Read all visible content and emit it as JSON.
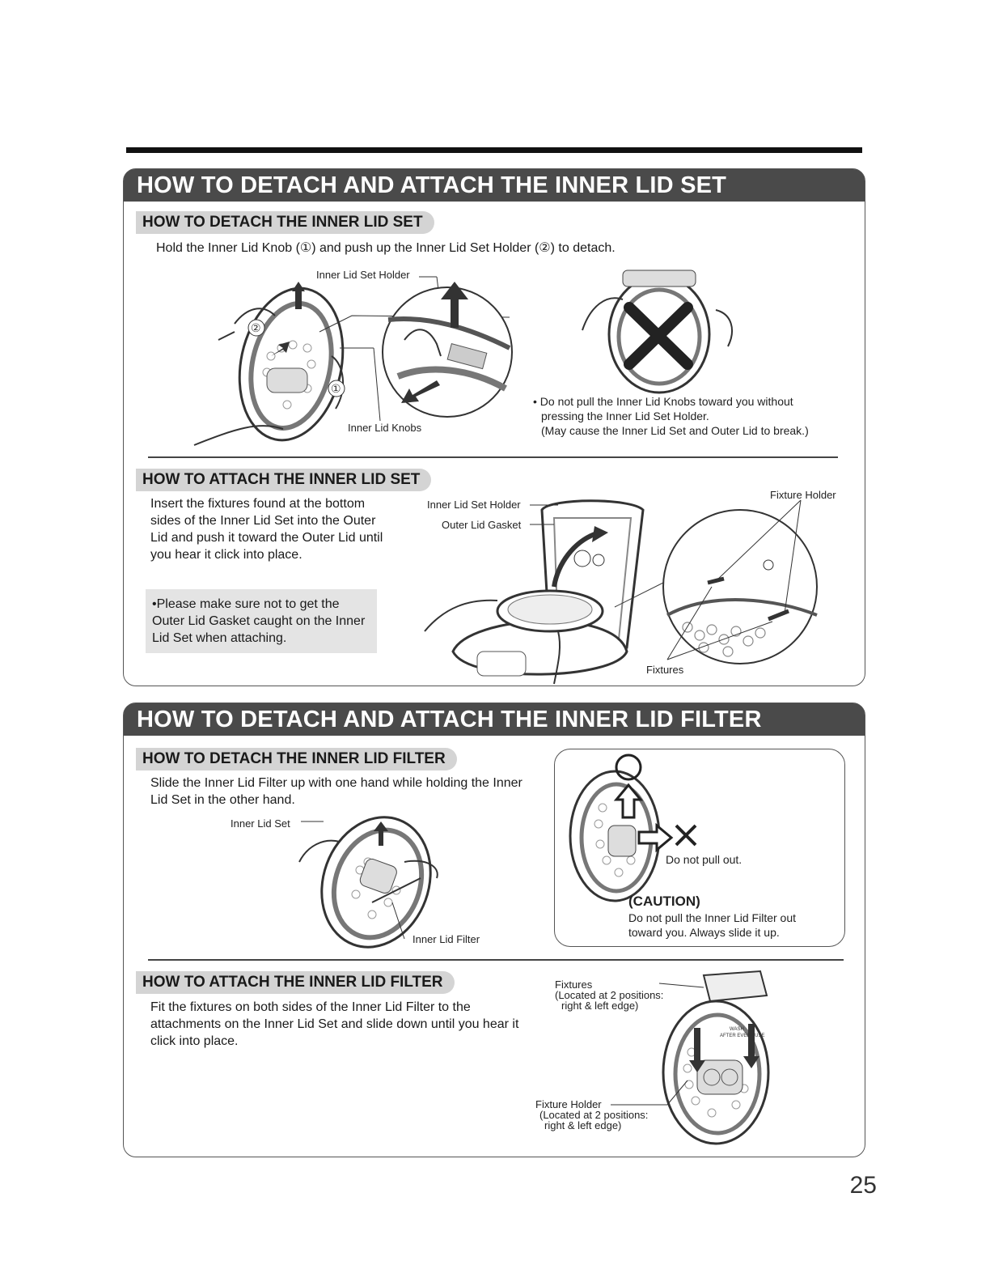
{
  "section1": {
    "title": "HOW TO DETACH AND ATTACH THE INNER LID SET",
    "detach": {
      "heading": "HOW TO DETACH THE INNER LID SET",
      "instruction": "Hold the Inner Lid Knob (①) and push up the Inner Lid Set Holder (②) to detach.",
      "label_holder": "Inner Lid Set Holder",
      "label_knobs": "Inner Lid Knobs",
      "marker_1": "①",
      "marker_2": "②",
      "note_line1": "• Do not pull the Inner Lid Knobs toward you without",
      "note_line2": "pressing the Inner Lid Set Holder.",
      "note_line3": "(May cause the Inner Lid Set and Outer Lid to break.)"
    },
    "attach": {
      "heading": "HOW TO ATTACH THE INNER LID SET",
      "body": "Insert the fixtures found at the bottom sides of the Inner Lid Set into the Outer Lid and push it toward the Outer Lid until you hear it click into place.",
      "tip": "•Please make sure not to get the Outer Lid Gasket caught on the Inner Lid Set when attaching.",
      "label_holder": "Inner Lid Set Holder",
      "label_gasket": "Outer Lid Gasket",
      "label_fixture_holder": "Fixture Holder",
      "label_fixtures": "Fixtures"
    }
  },
  "section2": {
    "title": "HOW TO DETACH AND ATTACH THE INNER LID FILTER",
    "detach": {
      "heading": "HOW TO DETACH THE INNER LID FILTER",
      "body": "Slide the Inner Lid Filter up with one hand while holding the Inner Lid Set in the other hand.",
      "label_set": "Inner Lid Set",
      "label_filter": "Inner Lid Filter",
      "callout_dont": "Do not pull out.",
      "caution_title": "(CAUTION)",
      "caution_body": "Do not pull the Inner Lid Filter out toward you. Always slide it up."
    },
    "attach": {
      "heading": "HOW TO ATTACH THE INNER LID FILTER",
      "body": "Fit the fixtures on both sides of the Inner Lid Filter to the attachments on the Inner Lid Set and slide down until you hear it click into place.",
      "label_fixtures_1": "Fixtures",
      "label_fixtures_2": "(Located at 2 positions:",
      "label_fixtures_3": "right & left edge)",
      "label_holder_1": "Fixture Holder",
      "label_holder_2": "(Located at 2 positions:",
      "label_holder_3": "right & left edge)",
      "filter_text_1": "WASH",
      "filter_text_2": "AFTER EVERY USE"
    }
  },
  "page_number": "25"
}
